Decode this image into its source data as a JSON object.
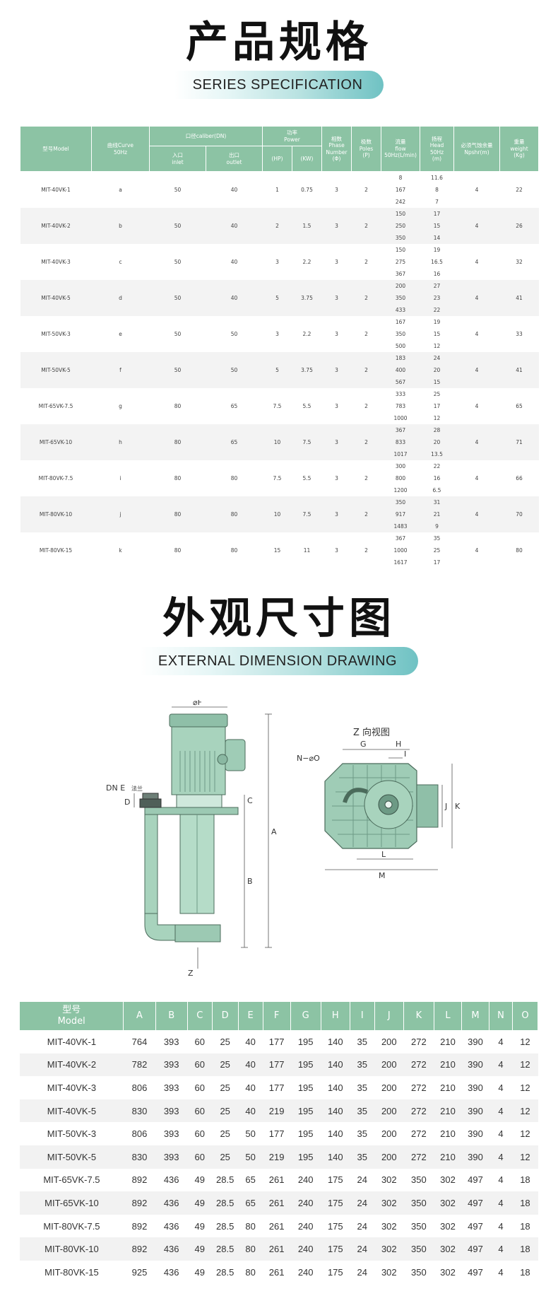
{
  "section1": {
    "title_cn": "产品规格",
    "title_en": "SERIES SPECIFICATION"
  },
  "section2": {
    "title_cn": "外观尺寸图",
    "title_en": "EXTERNAL DIMENSION DRAWING"
  },
  "spec_table": {
    "headers": {
      "model": "型号Model",
      "curve": "曲线Curve",
      "curve2": "50Hz",
      "caliber": "口径caliber(DN)",
      "inlet": "入口",
      "inlet2": "inlet",
      "outlet": "出口",
      "outlet2": "outlet",
      "power": "功率",
      "power2": "Power",
      "hp": "(HP)",
      "kw": "(KW)",
      "phase": "相数",
      "phase2": "Phase",
      "phase3": "Number",
      "phase4": "(Φ)",
      "poles": "极数",
      "poles2": "Poles",
      "poles3": "(P)",
      "flow": "流量",
      "flow2": "flow",
      "flow3": "50Hz(L/min)",
      "head": "扬程",
      "head2": "Head",
      "head3": "50Hz",
      "head4": "(m)",
      "npshr": "必须气蚀余量",
      "npshr2": "Npshr(m)",
      "weight": "重量",
      "weight2": "weight",
      "weight3": "(Kg)"
    },
    "rows": [
      {
        "model": "MIT-40VK-1",
        "curve": "a",
        "inlet": "50",
        "outlet": "40",
        "hp": "1",
        "kw": "0.75",
        "phase": "3",
        "poles": "2",
        "flow": [
          "8",
          "167",
          "242"
        ],
        "head": [
          "11.6",
          "8",
          "7"
        ],
        "npshr": "4",
        "weight": "22"
      },
      {
        "model": "MIT-40VK-2",
        "curve": "b",
        "inlet": "50",
        "outlet": "40",
        "hp": "2",
        "kw": "1.5",
        "phase": "3",
        "poles": "2",
        "flow": [
          "150",
          "250",
          "350"
        ],
        "head": [
          "17",
          "15",
          "14"
        ],
        "npshr": "4",
        "weight": "26"
      },
      {
        "model": "MIT-40VK-3",
        "curve": "c",
        "inlet": "50",
        "outlet": "40",
        "hp": "3",
        "kw": "2.2",
        "phase": "3",
        "poles": "2",
        "flow": [
          "150",
          "275",
          "367"
        ],
        "head": [
          "19",
          "16.5",
          "16"
        ],
        "npshr": "4",
        "weight": "32"
      },
      {
        "model": "MIT-40VK-5",
        "curve": "d",
        "inlet": "50",
        "outlet": "40",
        "hp": "5",
        "kw": "3.75",
        "phase": "3",
        "poles": "2",
        "flow": [
          "200",
          "350",
          "433"
        ],
        "head": [
          "27",
          "23",
          "22"
        ],
        "npshr": "4",
        "weight": "41"
      },
      {
        "model": "MIT-50VK-3",
        "curve": "e",
        "inlet": "50",
        "outlet": "50",
        "hp": "3",
        "kw": "2.2",
        "phase": "3",
        "poles": "2",
        "flow": [
          "167",
          "350",
          "500"
        ],
        "head": [
          "19",
          "15",
          "12"
        ],
        "npshr": "4",
        "weight": "33"
      },
      {
        "model": "MIT-50VK-5",
        "curve": "f",
        "inlet": "50",
        "outlet": "50",
        "hp": "5",
        "kw": "3.75",
        "phase": "3",
        "poles": "2",
        "flow": [
          "183",
          "400",
          "567"
        ],
        "head": [
          "24",
          "20",
          "15"
        ],
        "npshr": "4",
        "weight": "41"
      },
      {
        "model": "MIT-65VK-7.5",
        "curve": "g",
        "inlet": "80",
        "outlet": "65",
        "hp": "7.5",
        "kw": "5.5",
        "phase": "3",
        "poles": "2",
        "flow": [
          "333",
          "783",
          "1000"
        ],
        "head": [
          "25",
          "17",
          "12"
        ],
        "npshr": "4",
        "weight": "65"
      },
      {
        "model": "MIT-65VK-10",
        "curve": "h",
        "inlet": "80",
        "outlet": "65",
        "hp": "10",
        "kw": "7.5",
        "phase": "3",
        "poles": "2",
        "flow": [
          "367",
          "833",
          "1017"
        ],
        "head": [
          "28",
          "20",
          "13.5"
        ],
        "npshr": "4",
        "weight": "71"
      },
      {
        "model": "MIT-80VK-7.5",
        "curve": "i",
        "inlet": "80",
        "outlet": "80",
        "hp": "7.5",
        "kw": "5.5",
        "phase": "3",
        "poles": "2",
        "flow": [
          "300",
          "800",
          "1200"
        ],
        "head": [
          "22",
          "16",
          "6.5"
        ],
        "npshr": "4",
        "weight": "66"
      },
      {
        "model": "MIT-80VK-10",
        "curve": "j",
        "inlet": "80",
        "outlet": "80",
        "hp": "10",
        "kw": "7.5",
        "phase": "3",
        "poles": "2",
        "flow": [
          "350",
          "917",
          "1483"
        ],
        "head": [
          "31",
          "21",
          "9"
        ],
        "npshr": "4",
        "weight": "70"
      },
      {
        "model": "MIT-80VK-15",
        "curve": "k",
        "inlet": "80",
        "outlet": "80",
        "hp": "15",
        "kw": "11",
        "phase": "3",
        "poles": "2",
        "flow": [
          "367",
          "1000",
          "1617"
        ],
        "head": [
          "35",
          "25",
          "17"
        ],
        "npshr": "4",
        "weight": "80"
      }
    ]
  },
  "drawing": {
    "labels": {
      "phiF": "⌀F",
      "dnE": "DN E",
      "dnE_suffix": "法兰",
      "a": "A",
      "b": "B",
      "c": "C",
      "d": "D",
      "z": "Z",
      "z_view": "Z 向视图",
      "g": "G",
      "h": "H",
      "i": "I",
      "j": "J",
      "k": "K",
      "l": "L",
      "m": "M",
      "n_phiO": "N−⌀O"
    }
  },
  "dim_table": {
    "header_model_cn": "型号",
    "header_model_en": "Model",
    "columns": [
      "A",
      "B",
      "C",
      "D",
      "E",
      "F",
      "G",
      "H",
      "I",
      "J",
      "K",
      "L",
      "M",
      "N",
      "O"
    ],
    "rows": [
      [
        "MIT-40VK-1",
        "764",
        "393",
        "60",
        "25",
        "40",
        "177",
        "195",
        "140",
        "35",
        "200",
        "272",
        "210",
        "390",
        "4",
        "12"
      ],
      [
        "MIT-40VK-2",
        "782",
        "393",
        "60",
        "25",
        "40",
        "177",
        "195",
        "140",
        "35",
        "200",
        "272",
        "210",
        "390",
        "4",
        "12"
      ],
      [
        "MIT-40VK-3",
        "806",
        "393",
        "60",
        "25",
        "40",
        "177",
        "195",
        "140",
        "35",
        "200",
        "272",
        "210",
        "390",
        "4",
        "12"
      ],
      [
        "MIT-40VK-5",
        "830",
        "393",
        "60",
        "25",
        "40",
        "219",
        "195",
        "140",
        "35",
        "200",
        "272",
        "210",
        "390",
        "4",
        "12"
      ],
      [
        "MIT-50VK-3",
        "806",
        "393",
        "60",
        "25",
        "50",
        "177",
        "195",
        "140",
        "35",
        "200",
        "272",
        "210",
        "390",
        "4",
        "12"
      ],
      [
        "MIT-50VK-5",
        "830",
        "393",
        "60",
        "25",
        "50",
        "219",
        "195",
        "140",
        "35",
        "200",
        "272",
        "210",
        "390",
        "4",
        "12"
      ],
      [
        "MIT-65VK-7.5",
        "892",
        "436",
        "49",
        "28.5",
        "65",
        "261",
        "240",
        "175",
        "24",
        "302",
        "350",
        "302",
        "497",
        "4",
        "18"
      ],
      [
        "MIT-65VK-10",
        "892",
        "436",
        "49",
        "28.5",
        "65",
        "261",
        "240",
        "175",
        "24",
        "302",
        "350",
        "302",
        "497",
        "4",
        "18"
      ],
      [
        "MIT-80VK-7.5",
        "892",
        "436",
        "49",
        "28.5",
        "80",
        "261",
        "240",
        "175",
        "24",
        "302",
        "350",
        "302",
        "497",
        "4",
        "18"
      ],
      [
        "MIT-80VK-10",
        "892",
        "436",
        "49",
        "28.5",
        "80",
        "261",
        "240",
        "175",
        "24",
        "302",
        "350",
        "302",
        "497",
        "4",
        "18"
      ],
      [
        "MIT-80VK-15",
        "925",
        "436",
        "49",
        "28.5",
        "80",
        "261",
        "240",
        "175",
        "24",
        "302",
        "350",
        "302",
        "497",
        "4",
        "18"
      ]
    ]
  }
}
